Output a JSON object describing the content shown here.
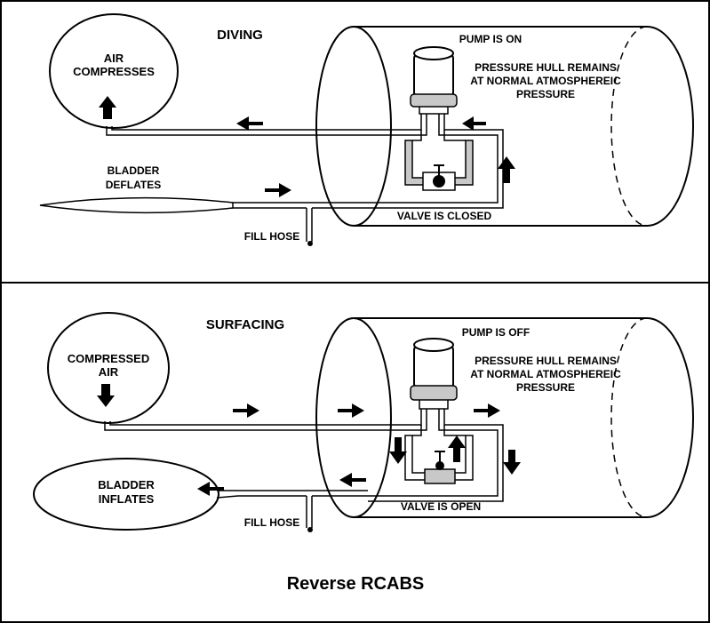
{
  "diving": {
    "heading": "DIVING",
    "air_label_1": "AIR",
    "air_label_2": "COMPRESSES",
    "pump_state": "PUMP IS ON",
    "hull_line_1": "PRESSURE HULL REMAINS",
    "hull_line_2": "AT NORMAL  ATMOSPHEREIC",
    "hull_line_3": "PRESSURE",
    "bladder_line_1": "BLADDER",
    "bladder_line_2": "DEFLATES",
    "valve_state": "VALVE IS CLOSED",
    "fill_hose": "FILL HOSE"
  },
  "surfacing": {
    "heading": "SURFACING",
    "air_label_1": "COMPRESSED",
    "air_label_2": "AIR",
    "pump_state": "PUMP IS OFF",
    "hull_line_1": "PRESSURE HULL REMAINS",
    "hull_line_2": "AT NORMAL  ATMOSPHEREIC",
    "hull_line_3": "PRESSURE",
    "bladder_line_1": "BLADDER",
    "bladder_line_2": "INFLATES",
    "valve_state": "VALVE IS OPEN",
    "fill_hose": "FILL HOSE"
  },
  "caption": "Reverse  RCABS",
  "colors": {
    "ink": "#000000",
    "pipe_fill": "#c8c8c8",
    "background": "#ffffff"
  }
}
